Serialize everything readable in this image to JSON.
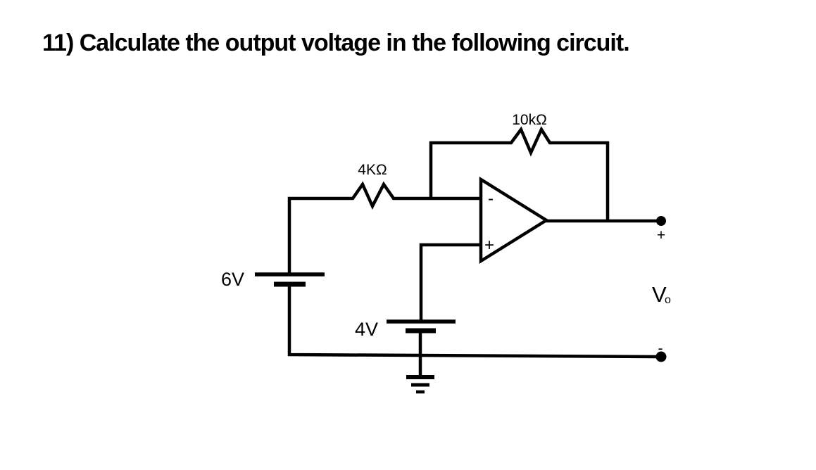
{
  "page": {
    "background": "#ffffff",
    "ink": "#000000"
  },
  "title": "11) Calculate the output voltage in the following circuit.",
  "circuit": {
    "feedback_resistor": {
      "label": "10kΩ"
    },
    "input_resistor": {
      "label": "4KΩ"
    },
    "left_battery": {
      "label": "6V"
    },
    "middle_battery": {
      "label": "4V"
    },
    "opamp": {
      "inverting_label": "-",
      "noninverting_label": "+"
    },
    "output": {
      "plus_label": "+",
      "minus_label": "-",
      "name": "V",
      "name_subscript": "o"
    }
  }
}
